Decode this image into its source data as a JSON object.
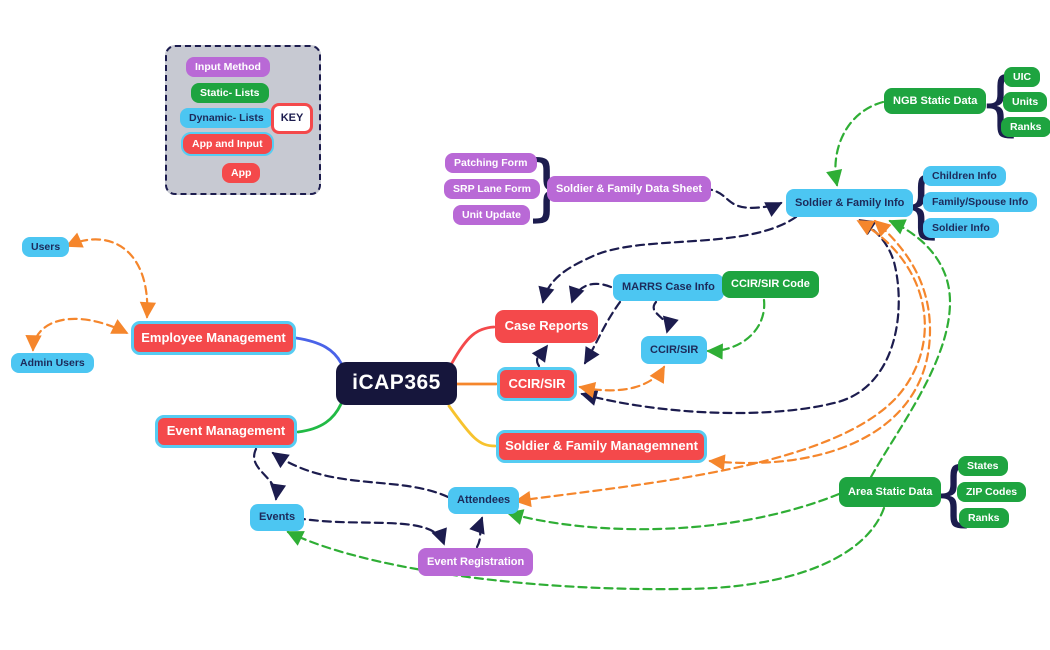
{
  "app": {
    "center_label": "iCAP365"
  },
  "key": {
    "label": "KEY",
    "items": {
      "input_method": "Input Method",
      "static_lists": "Static- Lists",
      "dynamic_lists": "Dynamic- Lists",
      "app_and_input": "App and Input",
      "app": "App"
    }
  },
  "nodes": {
    "users": "Users",
    "admin_users": "Admin Users",
    "employee_mgmt": "Employee Management",
    "event_mgmt": "Event Management",
    "case_reports": "Case Reports",
    "ccir_sir_main": "CCIR/SIR",
    "sf_mgmt": "Soldier & Family Managemnent",
    "patching_form": "Patching Form",
    "srp_lane_form": "SRP Lane Form",
    "unit_update": "Unit Update",
    "sf_data_sheet": "Soldier & Family Data Sheet",
    "marrs_case_info": "MARRS Case Info",
    "ccir_sir_code": "CCIR/SIR Code",
    "ccir_sir_small": "CCIR/SIR",
    "sf_info": "Soldier & Family Info",
    "children_info": "Children Info",
    "family_spouse_info": "Family/Spouse Info",
    "soldier_info": "Soldier Info",
    "ngb_static": "NGB Static Data",
    "uic": "UIC",
    "units": "Units",
    "ranks_ngb": "Ranks",
    "area_static": "Area Static Data",
    "states": "States",
    "zip_codes": "ZIP Codes",
    "ranks_area": "Ranks",
    "events": "Events",
    "attendees": "Attendees",
    "event_registration": "Event Registration"
  },
  "groups": [
    {
      "brace_targets": [
        "patching_form",
        "srp_lane_form",
        "unit_update"
      ],
      "to": "sf_data_sheet"
    },
    {
      "from": "ngb_static",
      "brace_targets": [
        "uic",
        "units",
        "ranks_ngb"
      ]
    },
    {
      "from": "sf_info",
      "brace_targets": [
        "children_info",
        "family_spouse_info",
        "soldier_info"
      ]
    },
    {
      "from": "area_static",
      "brace_targets": [
        "states",
        "zip_codes",
        "ranks_area"
      ]
    }
  ],
  "edges": [
    {
      "from": "sf_data_sheet",
      "to": "sf_info",
      "color": "navy",
      "style": "dashed",
      "direction": "forward"
    },
    {
      "from": "sf_info",
      "to": "case_reports",
      "color": "navy",
      "style": "dashed",
      "direction": "forward"
    },
    {
      "from": "marrs_case_info",
      "to": "case_reports",
      "color": "navy",
      "style": "dashed",
      "direction": "forward"
    },
    {
      "from": "marrs_case_info",
      "to": "ccir_sir_small",
      "color": "navy",
      "style": "dashed",
      "direction": "forward"
    },
    {
      "from": "marrs_case_info",
      "to": "ccir_sir_main",
      "color": "navy",
      "style": "dashed",
      "direction": "forward"
    },
    {
      "from": "ccir_sir_main",
      "to": "case_reports",
      "color": "navy",
      "style": "dashed",
      "direction": "forward"
    },
    {
      "from": "ccir_sir_main",
      "to": "sf_info",
      "color": "navy",
      "style": "dashed",
      "direction": "both"
    },
    {
      "from": "event_mgmt",
      "to": "events",
      "color": "navy",
      "style": "dashed",
      "direction": "forward"
    },
    {
      "from": "attendees",
      "to": "event_mgmt",
      "color": "navy",
      "style": "dashed",
      "direction": "forward"
    },
    {
      "from": "events",
      "to": "event_registration",
      "color": "navy",
      "style": "dashed",
      "direction": "forward"
    },
    {
      "from": "event_registration",
      "to": "attendees",
      "color": "navy",
      "style": "dashed",
      "direction": "forward"
    },
    {
      "from": "users",
      "to": "employee_mgmt",
      "color": "orange",
      "style": "dashed",
      "direction": "both"
    },
    {
      "from": "admin_users",
      "to": "employee_mgmt",
      "color": "orange",
      "style": "dashed",
      "direction": "both"
    },
    {
      "from": "ccir_sir_main",
      "to": "ccir_sir_small",
      "color": "orange",
      "style": "dashed",
      "direction": "both"
    },
    {
      "from": "sf_mgmt",
      "to": "sf_info",
      "color": "orange",
      "style": "dashed",
      "direction": "both"
    },
    {
      "from": "attendees",
      "to": "sf_info",
      "color": "orange",
      "style": "dashed",
      "direction": "both"
    },
    {
      "from": "area_static",
      "to": "sf_info",
      "color": "green",
      "style": "dashed",
      "direction": "forward"
    },
    {
      "from": "area_static",
      "to": "attendees",
      "color": "green",
      "style": "dashed",
      "direction": "forward"
    },
    {
      "from": "area_static",
      "to": "events",
      "color": "green",
      "style": "dashed",
      "direction": "forward"
    },
    {
      "from": "ngb_static",
      "to": "sf_info",
      "color": "green",
      "style": "dashed",
      "direction": "forward"
    },
    {
      "from": "ccir_sir_code",
      "to": "ccir_sir_small",
      "color": "green",
      "style": "dashed",
      "direction": "forward"
    },
    {
      "from": "icap365",
      "to": "employee_mgmt",
      "color": "blue",
      "style": "solid",
      "direction": "none"
    },
    {
      "from": "icap365",
      "to": "event_mgmt",
      "color": "green",
      "style": "solid",
      "direction": "none"
    },
    {
      "from": "icap365",
      "to": "case_reports",
      "color": "red",
      "style": "solid",
      "direction": "none"
    },
    {
      "from": "icap365",
      "to": "ccir_sir_main",
      "color": "orange",
      "style": "solid",
      "direction": "none"
    },
    {
      "from": "icap365",
      "to": "sf_mgmt",
      "color": "yellow",
      "style": "solid",
      "direction": "none"
    }
  ],
  "colors": {
    "cyan": "#4CC6F2",
    "green_box": "#1EA440",
    "purple": "#B969D6",
    "red": "#F4494B",
    "cyan_border": "#56CCF2",
    "navy": "#1C1C4E",
    "center_navy": "#16163C",
    "orange_dash": "#F5862C",
    "green_dash": "#2FAE35",
    "key_bg": "#C7C9D2",
    "branch_blue": "#4A63E8",
    "branch_green": "#21BA45",
    "branch_yellow": "#F7C32E"
  }
}
